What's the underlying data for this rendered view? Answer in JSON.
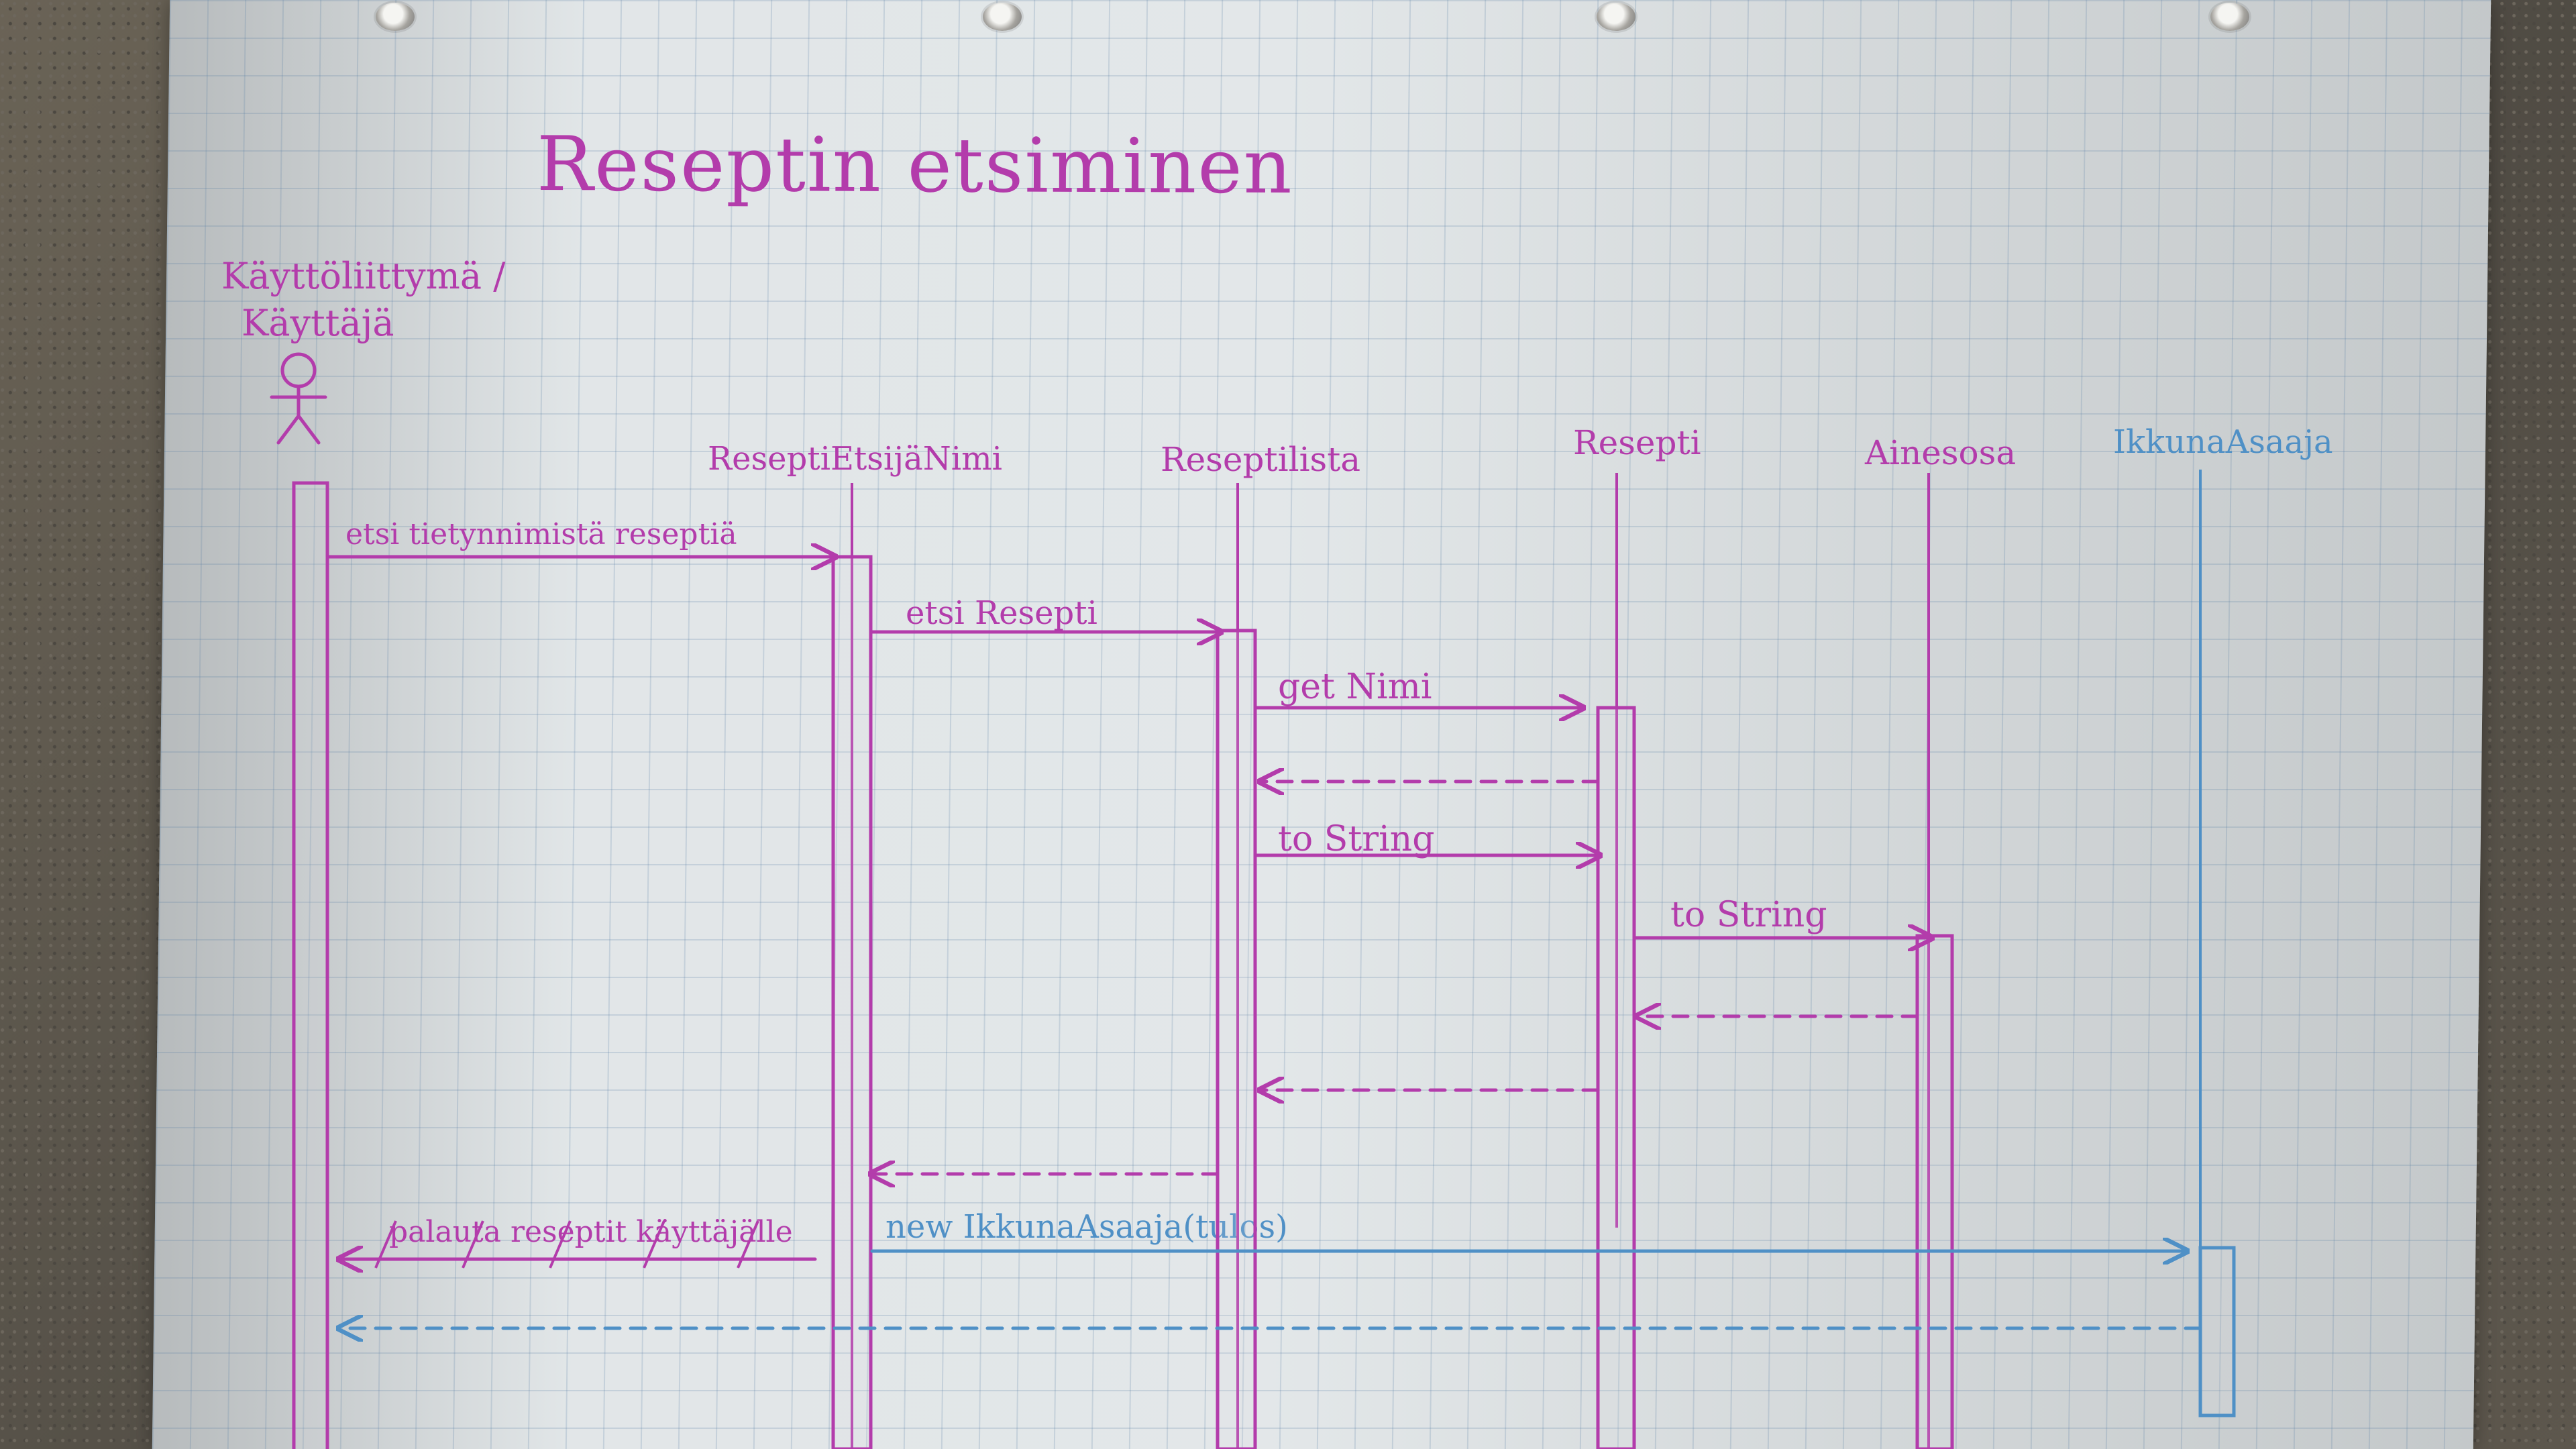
{
  "title": "Reseptin etsiminen",
  "actor": {
    "line1": "Käyttöliittymä /",
    "line2": "Käyttäjä"
  },
  "participants": [
    {
      "label": "ReseptiEtsijäNimi",
      "color": "#b33cab"
    },
    {
      "label": "Reseptilista",
      "color": "#b33cab"
    },
    {
      "label": "Resepti",
      "color": "#b33cab"
    },
    {
      "label": "Ainesosa",
      "color": "#b33cab"
    },
    {
      "label": "IkkunaAsaaja",
      "color": "#4f90c6"
    }
  ],
  "messages": [
    {
      "label": "etsi tietynnimistä reseptiä",
      "type": "call",
      "color": "#b33cab"
    },
    {
      "label": "etsi Resepti",
      "type": "call",
      "color": "#b33cab"
    },
    {
      "label": "get Nimi",
      "type": "call",
      "color": "#b33cab"
    },
    {
      "label": "",
      "type": "return",
      "color": "#b33cab"
    },
    {
      "label": "to String",
      "type": "call",
      "color": "#b33cab"
    },
    {
      "label": "to String",
      "type": "call",
      "color": "#b33cab"
    },
    {
      "label": "",
      "type": "return",
      "color": "#b33cab"
    },
    {
      "label": "",
      "type": "return",
      "color": "#b33cab"
    },
    {
      "label": "",
      "type": "return",
      "color": "#b33cab"
    },
    {
      "label": "new IkkunaAsaaja(tulos)",
      "type": "call",
      "color": "#4f90c6"
    },
    {
      "label": "",
      "type": "return",
      "color": "#4f90c6"
    }
  ],
  "crossed_out_text": "palauta reseptit käyttäjälle"
}
